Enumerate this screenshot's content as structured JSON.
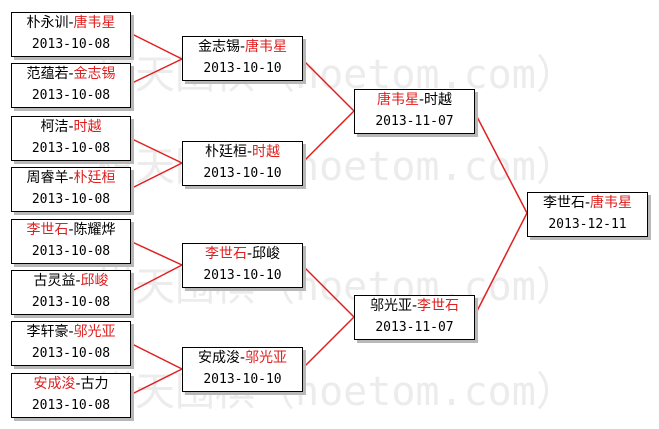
{
  "watermark": {
    "han": "棋天围棋",
    "paren": "（hoetom.com）"
  },
  "colors": {
    "winner": "#e02020",
    "line": "#e02020",
    "text": "#000000"
  },
  "matches": [
    {
      "id": "r1m1",
      "p1": "朴永训",
      "p2": "唐韦星",
      "winner": 2,
      "date": "2013-10-08"
    },
    {
      "id": "r1m2",
      "p1": "范蕴若",
      "p2": "金志锡",
      "winner": 2,
      "date": "2013-10-08"
    },
    {
      "id": "r1m3",
      "p1": "柯洁",
      "p2": "时越",
      "winner": 2,
      "date": "2013-10-08"
    },
    {
      "id": "r1m4",
      "p1": "周睿羊",
      "p2": "朴廷桓",
      "winner": 2,
      "date": "2013-10-08"
    },
    {
      "id": "r1m5",
      "p1": "李世石",
      "p2": "陈耀烨",
      "winner": 1,
      "date": "2013-10-08"
    },
    {
      "id": "r1m6",
      "p1": "古灵益",
      "p2": "邱峻",
      "winner": 2,
      "date": "2013-10-08"
    },
    {
      "id": "r1m7",
      "p1": "李轩豪",
      "p2": "邬光亚",
      "winner": 2,
      "date": "2013-10-08"
    },
    {
      "id": "r1m8",
      "p1": "安成浚",
      "p2": "古力",
      "winner": 1,
      "date": "2013-10-08"
    },
    {
      "id": "r2m1",
      "p1": "金志锡",
      "p2": "唐韦星",
      "winner": 2,
      "date": "2013-10-10"
    },
    {
      "id": "r2m2",
      "p1": "朴廷桓",
      "p2": "时越",
      "winner": 2,
      "date": "2013-10-10"
    },
    {
      "id": "r2m3",
      "p1": "李世石",
      "p2": "邱峻",
      "winner": 1,
      "date": "2013-10-10"
    },
    {
      "id": "r2m4",
      "p1": "安成浚",
      "p2": "邬光亚",
      "winner": 2,
      "date": "2013-10-10"
    },
    {
      "id": "r3m1",
      "p1": "唐韦星",
      "p2": "时越",
      "winner": 1,
      "date": "2013-11-07"
    },
    {
      "id": "r3m2",
      "p1": "邬光亚",
      "p2": "李世石",
      "winner": 2,
      "date": "2013-11-07"
    },
    {
      "id": "final",
      "p1": "李世石",
      "p2": "唐韦星",
      "winner": 2,
      "date": "2013-12-11"
    }
  ]
}
